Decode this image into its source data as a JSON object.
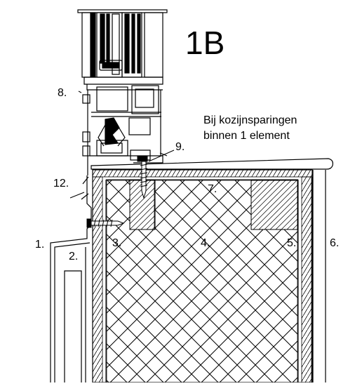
{
  "detail_id": "1B",
  "note": {
    "line1": "Bij kozijnsparingen",
    "line2": "binnen 1 element"
  },
  "callouts": {
    "c1": "1.",
    "c2": "2.",
    "c3": "3.",
    "c4": "4.",
    "c5": "5.",
    "c6": "6.",
    "c7": "7.",
    "c8": "8.",
    "c9": "9.",
    "c12": "12."
  }
}
